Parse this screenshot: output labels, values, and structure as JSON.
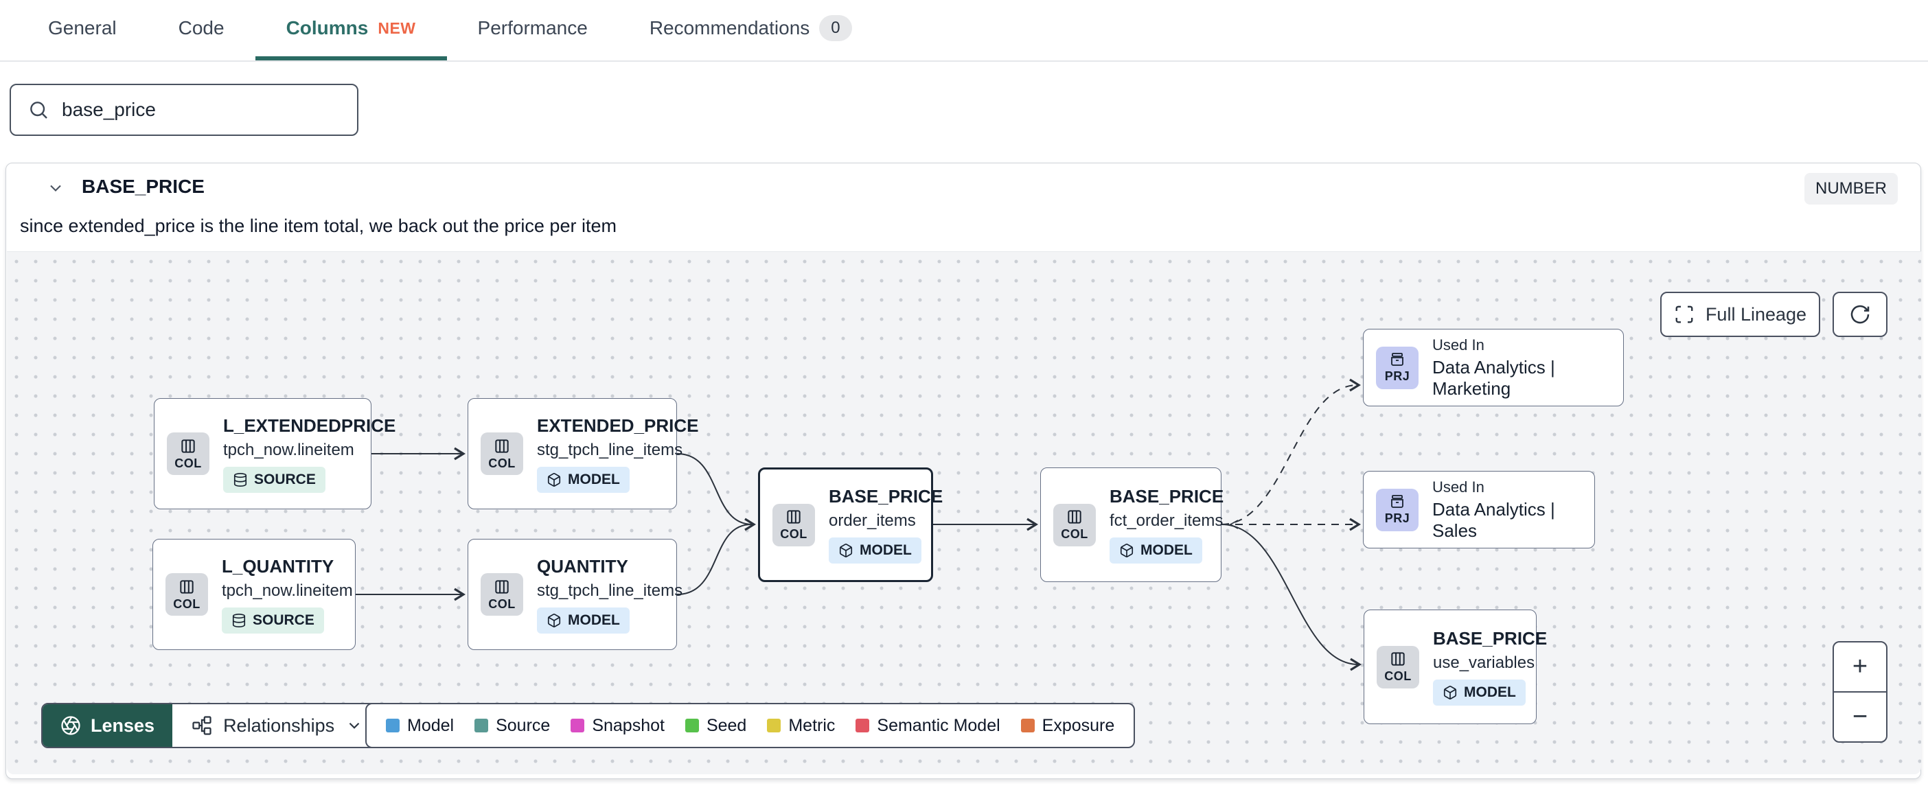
{
  "tabs": {
    "items": [
      {
        "label": "General"
      },
      {
        "label": "Code"
      },
      {
        "label": "Columns",
        "badge": "NEW",
        "active": true
      },
      {
        "label": "Performance"
      },
      {
        "label": "Recommendations",
        "count": "0"
      }
    ]
  },
  "search": {
    "value": "base_price"
  },
  "column_card": {
    "name": "BASE_PRICE",
    "data_type": "NUMBER",
    "description": "since extended_price is the line item total, we back out the price per item"
  },
  "lineage": {
    "full_lineage_label": "Full Lineage",
    "lenses_label": "Lenses",
    "relationships_label": "Relationships",
    "zoom_in_label": "+",
    "zoom_out_label": "−",
    "chip_col": "COL",
    "chip_prj": "PRJ",
    "nodes": [
      {
        "kind": "COL",
        "title": "L_EXTENDEDPRICE",
        "subtitle": "tpch_now.lineitem",
        "badge": "SOURCE"
      },
      {
        "kind": "COL",
        "title": "EXTENDED_PRICE",
        "subtitle": "stg_tpch_line_items",
        "badge": "MODEL"
      },
      {
        "kind": "COL",
        "title": "L_QUANTITY",
        "subtitle": "tpch_now.lineitem",
        "badge": "SOURCE"
      },
      {
        "kind": "COL",
        "title": "QUANTITY",
        "subtitle": "stg_tpch_line_items",
        "badge": "MODEL"
      },
      {
        "kind": "COL",
        "title": "BASE_PRICE",
        "subtitle": "order_items",
        "badge": "MODEL",
        "selected": true
      },
      {
        "kind": "COL",
        "title": "BASE_PRICE",
        "subtitle": "fct_order_items",
        "badge": "MODEL"
      },
      {
        "kind": "PRJ",
        "eyebrow": "Used In",
        "title": "Data Analytics | Marketing"
      },
      {
        "kind": "PRJ",
        "eyebrow": "Used In",
        "title": "Data Analytics | Sales"
      },
      {
        "kind": "COL",
        "title": "BASE_PRICE",
        "subtitle": "use_variables",
        "badge": "MODEL"
      }
    ],
    "legend": {
      "items": [
        {
          "label": "Model",
          "color": "#4d9dd8"
        },
        {
          "label": "Source",
          "color": "#5a9a94"
        },
        {
          "label": "Snapshot",
          "color": "#da4dc3"
        },
        {
          "label": "Seed",
          "color": "#57c14b"
        },
        {
          "label": "Metric",
          "color": "#dcc93f"
        },
        {
          "label": "Semantic Model",
          "color": "#e25561"
        },
        {
          "label": "Exposure",
          "color": "#dd7443"
        }
      ]
    }
  },
  "colors": {
    "accent_teal": "#2a6b63",
    "new_badge": "#ee6747",
    "lenses_bg": "#24584e",
    "model_badge_bg": "#dcecfb",
    "source_badge_bg": "#def1ea",
    "prj_chip_bg": "#c5cbf3"
  }
}
